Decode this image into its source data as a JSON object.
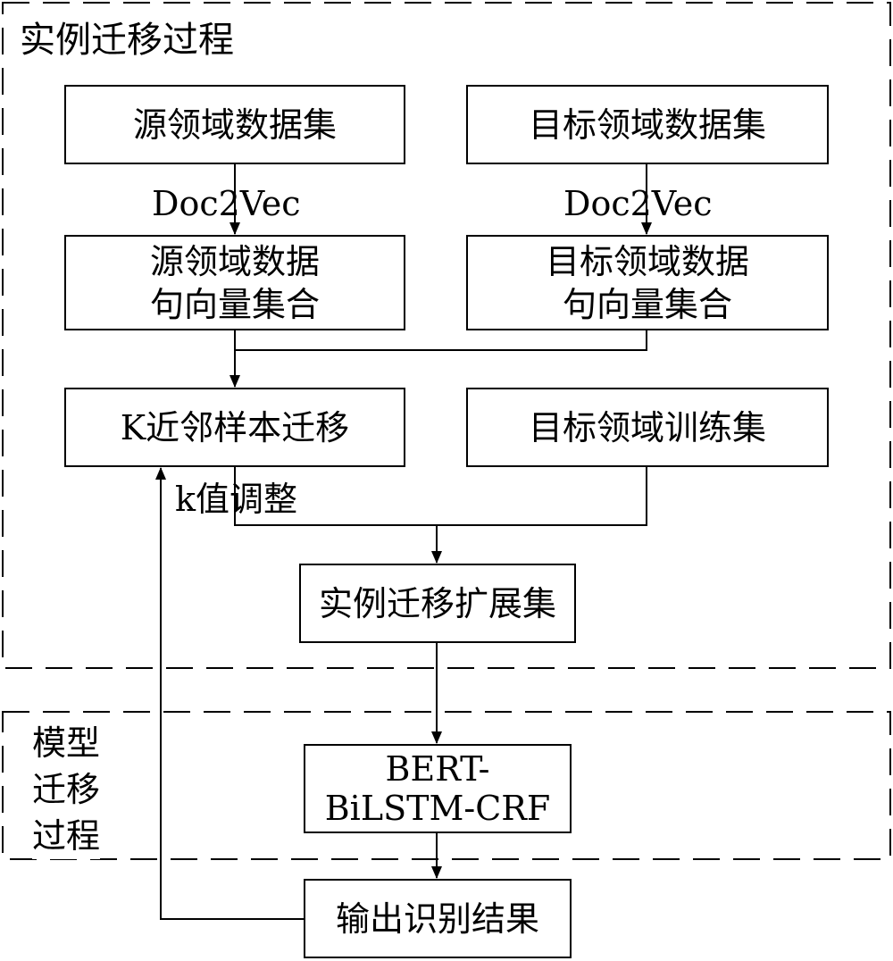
{
  "regions": {
    "instance_transfer": "实例迁移过程",
    "model_transfer_lines": [
      "模型",
      "迁移",
      "过程"
    ]
  },
  "nodes": {
    "source_dataset": "源领域数据集",
    "target_dataset": "目标领域数据集",
    "source_vectors": [
      "源领域数据",
      "句向量集合"
    ],
    "target_vectors": [
      "目标领域数据",
      "句向量集合"
    ],
    "knn_transfer": "K近邻样本迁移",
    "target_train": "目标领域训练集",
    "expanded_set": "实例迁移扩展集",
    "model": [
      "BERT-",
      "BiLSTM-CRF"
    ],
    "output": "输出识别结果"
  },
  "edge_labels": {
    "doc2vec_left": "Doc2Vec",
    "doc2vec_right": "Doc2Vec",
    "k_adjust": "k值调整"
  }
}
